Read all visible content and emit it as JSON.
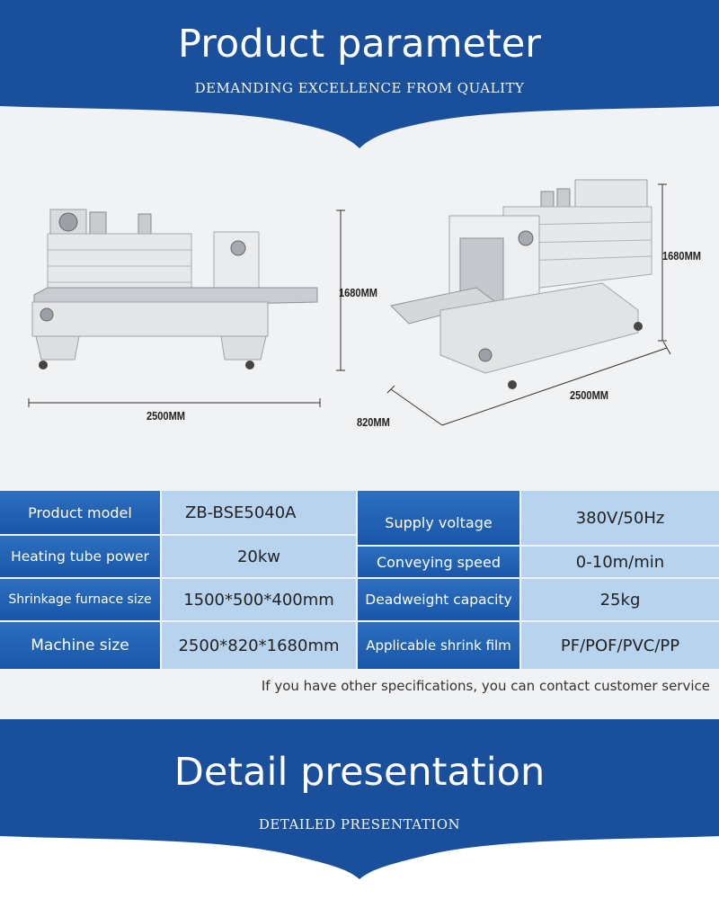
{
  "header": {
    "title": "Product parameter",
    "subtitle": "DEMANDING EXCELLENCE FROM QUALITY"
  },
  "dimensions": {
    "left_width": "2500MM",
    "left_height": "1680MM",
    "right_height": "1680MM",
    "right_length": "2500MM",
    "right_depth": "820MM"
  },
  "specs": [
    {
      "label": "Product model",
      "value": "ZB-BSE5040A",
      "label2": "Supply voltage",
      "value2": "380V/50Hz"
    },
    {
      "label": "Heating tube power",
      "value": "20kw",
      "label2": "Conveying speed",
      "value2": "0-10m/min"
    },
    {
      "label": "Shrinkage furnace size",
      "value": "1500*500*400mm",
      "label2": "Deadweight capacity",
      "value2": "25kg"
    },
    {
      "label": "Machine size",
      "value": "2500*820*1680mm",
      "label2": "Applicable shrink film",
      "value2": "PF/POF/PVC/PP"
    }
  ],
  "note": "If you have other specifications, you can contact customer service",
  "footer": {
    "title": "Detail presentation",
    "subtitle": "DETAILED PRESENTATION"
  },
  "colors": {
    "banner_blue": "#1a4f9c",
    "label_blue": "#1a56a8",
    "value_blue": "#b7d3ee"
  }
}
